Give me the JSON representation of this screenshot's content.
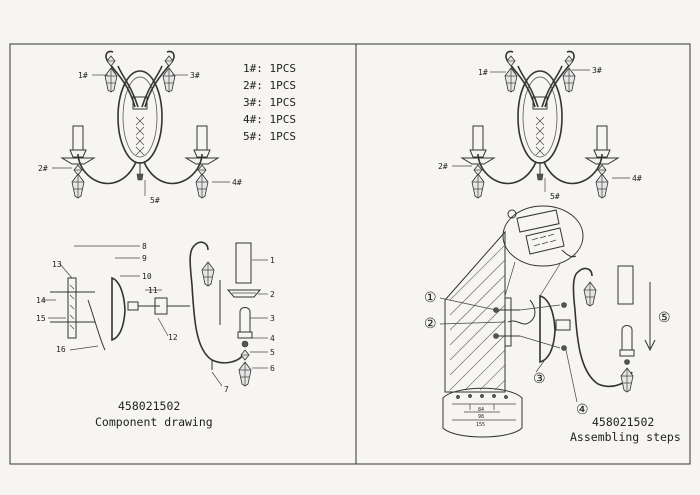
{
  "parts_list": [
    {
      "id": "1#",
      "qty": "1PCS"
    },
    {
      "id": "2#",
      "qty": "1PCS"
    },
    {
      "id": "3#",
      "qty": "1PCS"
    },
    {
      "id": "4#",
      "qty": "1PCS"
    },
    {
      "id": "5#",
      "qty": "1PCS"
    }
  ],
  "left_panel": {
    "overview_labels": [
      "1#",
      "3#",
      "2#",
      "4#",
      "5#"
    ],
    "component_callouts": [
      "1",
      "2",
      "3",
      "4",
      "5",
      "6",
      "7",
      "8",
      "9",
      "10",
      "11",
      "12",
      "13",
      "14",
      "15",
      "16"
    ],
    "model_number": "458021502",
    "caption": "Component drawing"
  },
  "right_panel": {
    "overview_labels": [
      "1#",
      "3#",
      "2#",
      "4#",
      "5#"
    ],
    "step_markers": [
      "①",
      "②",
      "③",
      "④",
      "⑤"
    ],
    "template_dims": [
      "84",
      "98",
      "155"
    ],
    "model_number": "458021502",
    "caption": "Assembling steps"
  }
}
